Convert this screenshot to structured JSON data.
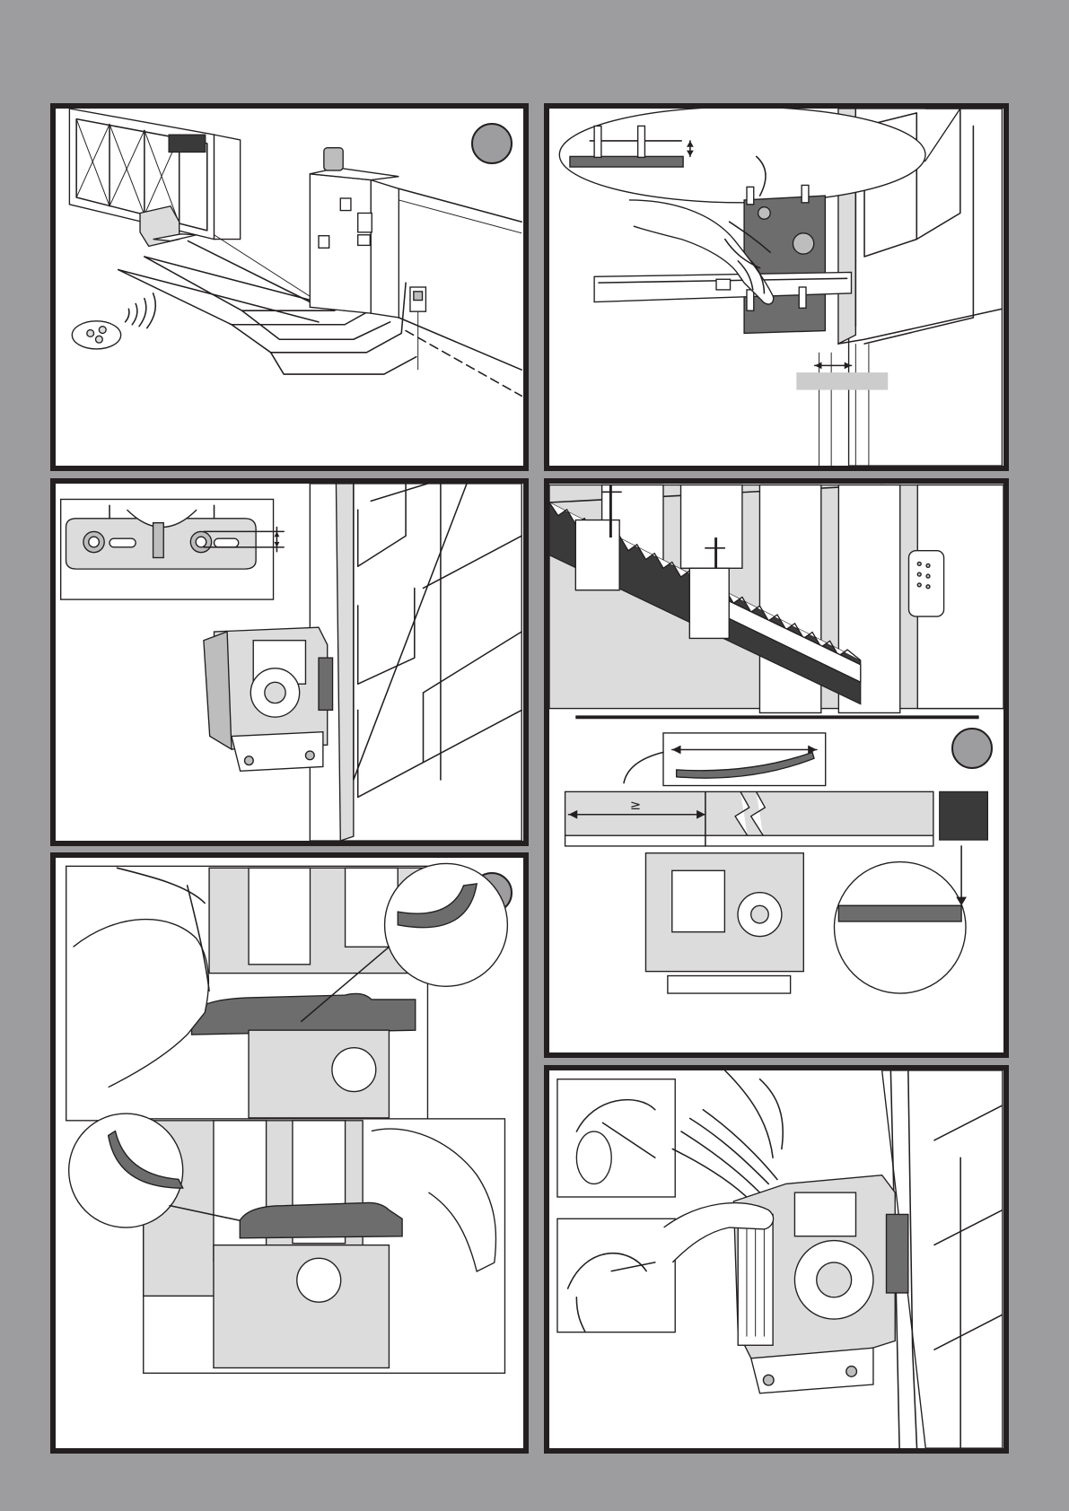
{
  "page": {
    "background": "#9d9c9e",
    "panel_border": "#231f20",
    "badge_fill": "#9d9c9e"
  },
  "panels": [
    {
      "name": "system-overview",
      "badge_label": ""
    },
    {
      "name": "support-plate-positioning",
      "badge_label": ""
    },
    {
      "name": "motor-height-adjustment",
      "badge_label": ""
    },
    {
      "name": "rack-mounting",
      "badge_label": ""
    },
    {
      "name": "rack-spacing",
      "badge_label": "",
      "spacing_symbol": "≥"
    },
    {
      "name": "limit-switch-cams",
      "badge_label": ""
    },
    {
      "name": "cable-connection",
      "badge_label": ""
    }
  ]
}
